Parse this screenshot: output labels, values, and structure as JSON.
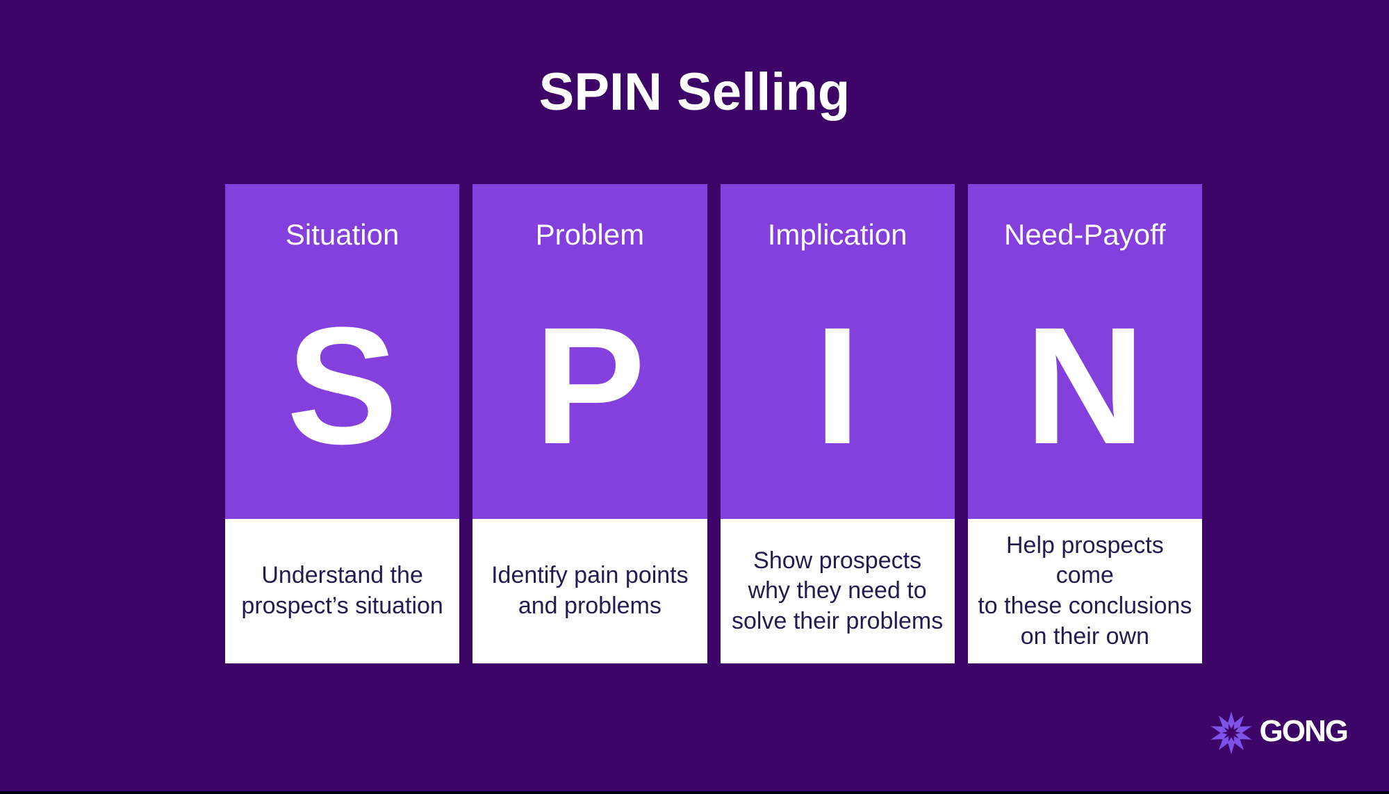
{
  "page": {
    "title": "SPIN Selling"
  },
  "colors": {
    "background": "#3D0468",
    "card_purple": "#8340DC",
    "card_white": "#FFFFFF",
    "title_text": "#FFFFFF",
    "header_text": "#FFFFFF",
    "letter_text": "#FFFFFF",
    "description_text": "#241C50",
    "logo_burst": "#7D52E6",
    "logo_text": "#FFFFFF",
    "bottom_bar": "#000000"
  },
  "cards": [
    {
      "header": "Situation",
      "letter": "S",
      "description": "Understand the\nprospect’s situation"
    },
    {
      "header": "Problem",
      "letter": "P",
      "description": "Identify pain points\nand problems"
    },
    {
      "header": "Implication",
      "letter": "I",
      "description": "Show prospects\nwhy they need to\nsolve their problems"
    },
    {
      "header": "Need-Payoff",
      "letter": "N",
      "description": "Help prospects come\nto these conclusions\non their own"
    }
  ],
  "logo": {
    "brand": "GONG",
    "icon": "gong-burst-icon"
  }
}
